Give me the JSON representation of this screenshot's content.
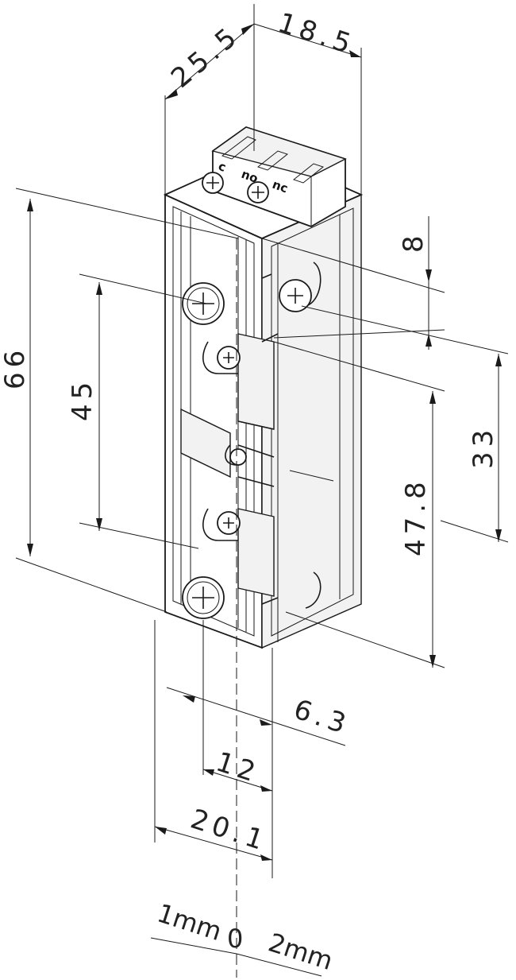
{
  "dimensions": {
    "depth": "25.5",
    "width_top": "18.5",
    "height_total": "66",
    "height_mid": "45",
    "top_offset": "8",
    "latch_height": "33",
    "faceplate_length": "47.8",
    "latch_offset": "6.3",
    "screw_spacing": "12",
    "total_width": "20.1"
  },
  "terminals": {
    "left": "c",
    "middle": "no",
    "right": "nc"
  },
  "adjustment": {
    "left_label": "1mm",
    "center_label": "0",
    "right_label": "2mm"
  }
}
